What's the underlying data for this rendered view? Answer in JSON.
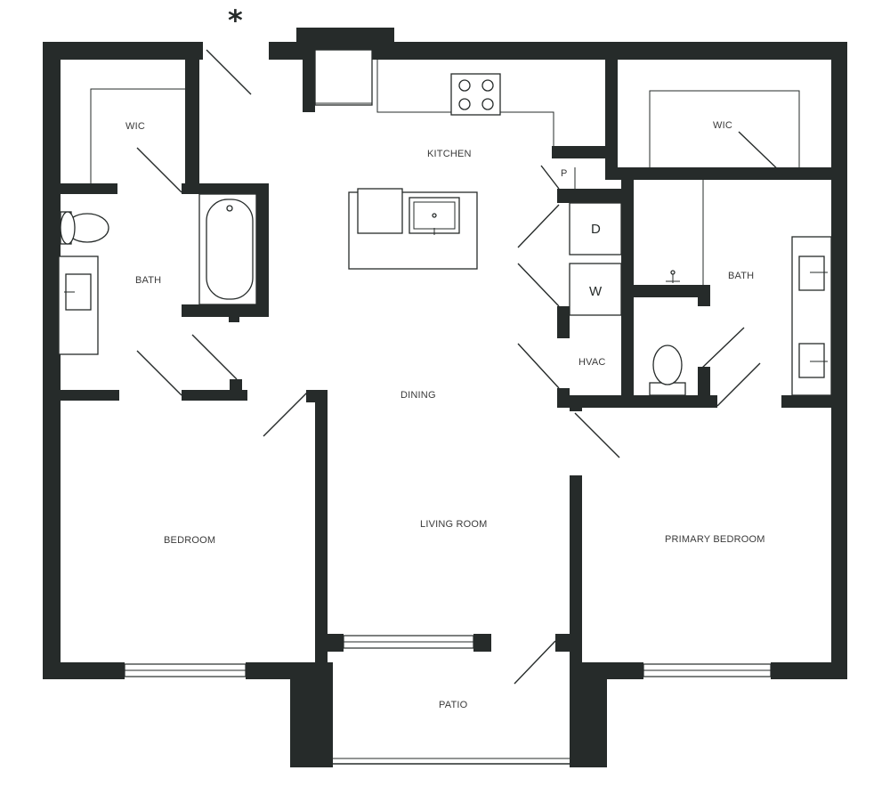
{
  "floorplan": {
    "north_marker": "*",
    "rooms": {
      "wic_left": "WIC",
      "bath_left": "BATH",
      "kitchen": "KITCHEN",
      "pantry": "P",
      "wic_right": "WIC",
      "bath_right": "BATH",
      "dryer": "D",
      "washer": "W",
      "hvac": "HVAC",
      "dining": "DINING",
      "bedroom": "BEDROOM",
      "living_room": "LIVING ROOM",
      "primary_bedroom": "PRIMARY BEDROOM",
      "patio": "PATIO"
    }
  }
}
